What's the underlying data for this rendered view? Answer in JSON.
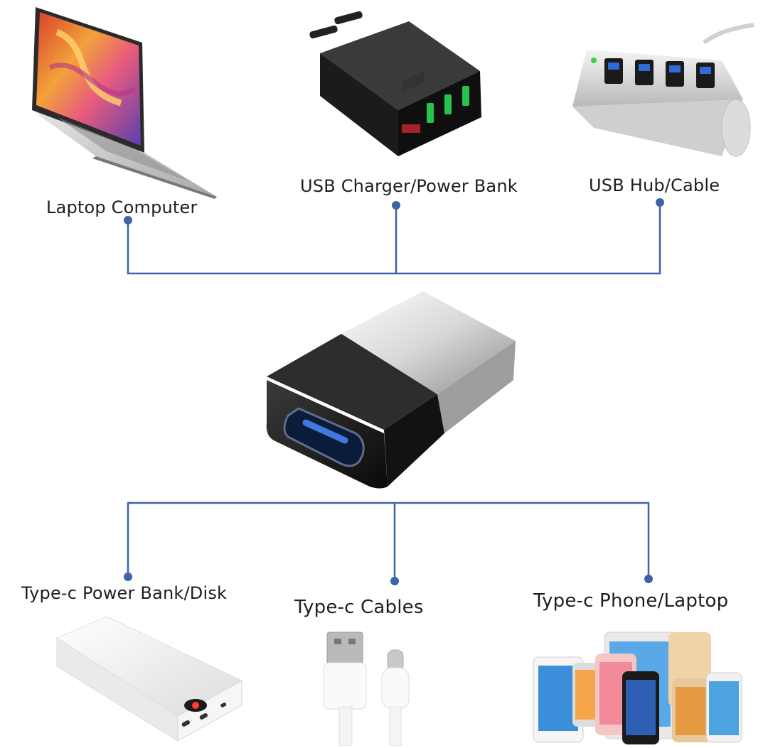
{
  "diagram": {
    "inputs": [
      {
        "id": "laptop",
        "label": "Laptop Computer",
        "icon": "laptop-icon"
      },
      {
        "id": "charger",
        "label": "USB Charger/Power Bank",
        "icon": "wall-charger-icon"
      },
      {
        "id": "hub",
        "label": "USB Hub/Cable",
        "icon": "usb-hub-icon"
      }
    ],
    "center": {
      "id": "adapter",
      "icon": "usb-a-to-type-c-adapter-icon"
    },
    "outputs": [
      {
        "id": "powerbank",
        "label": "Type-c Power Bank/Disk",
        "icon": "power-bank-icon"
      },
      {
        "id": "cables",
        "label": "Type-c Cables",
        "icon": "usb-cables-icon"
      },
      {
        "id": "phones",
        "label": "Type-c Phone/Laptop",
        "icon": "phones-icon"
      }
    ],
    "colors": {
      "connector": "#3d63a8",
      "node": "#3d63a8"
    }
  }
}
